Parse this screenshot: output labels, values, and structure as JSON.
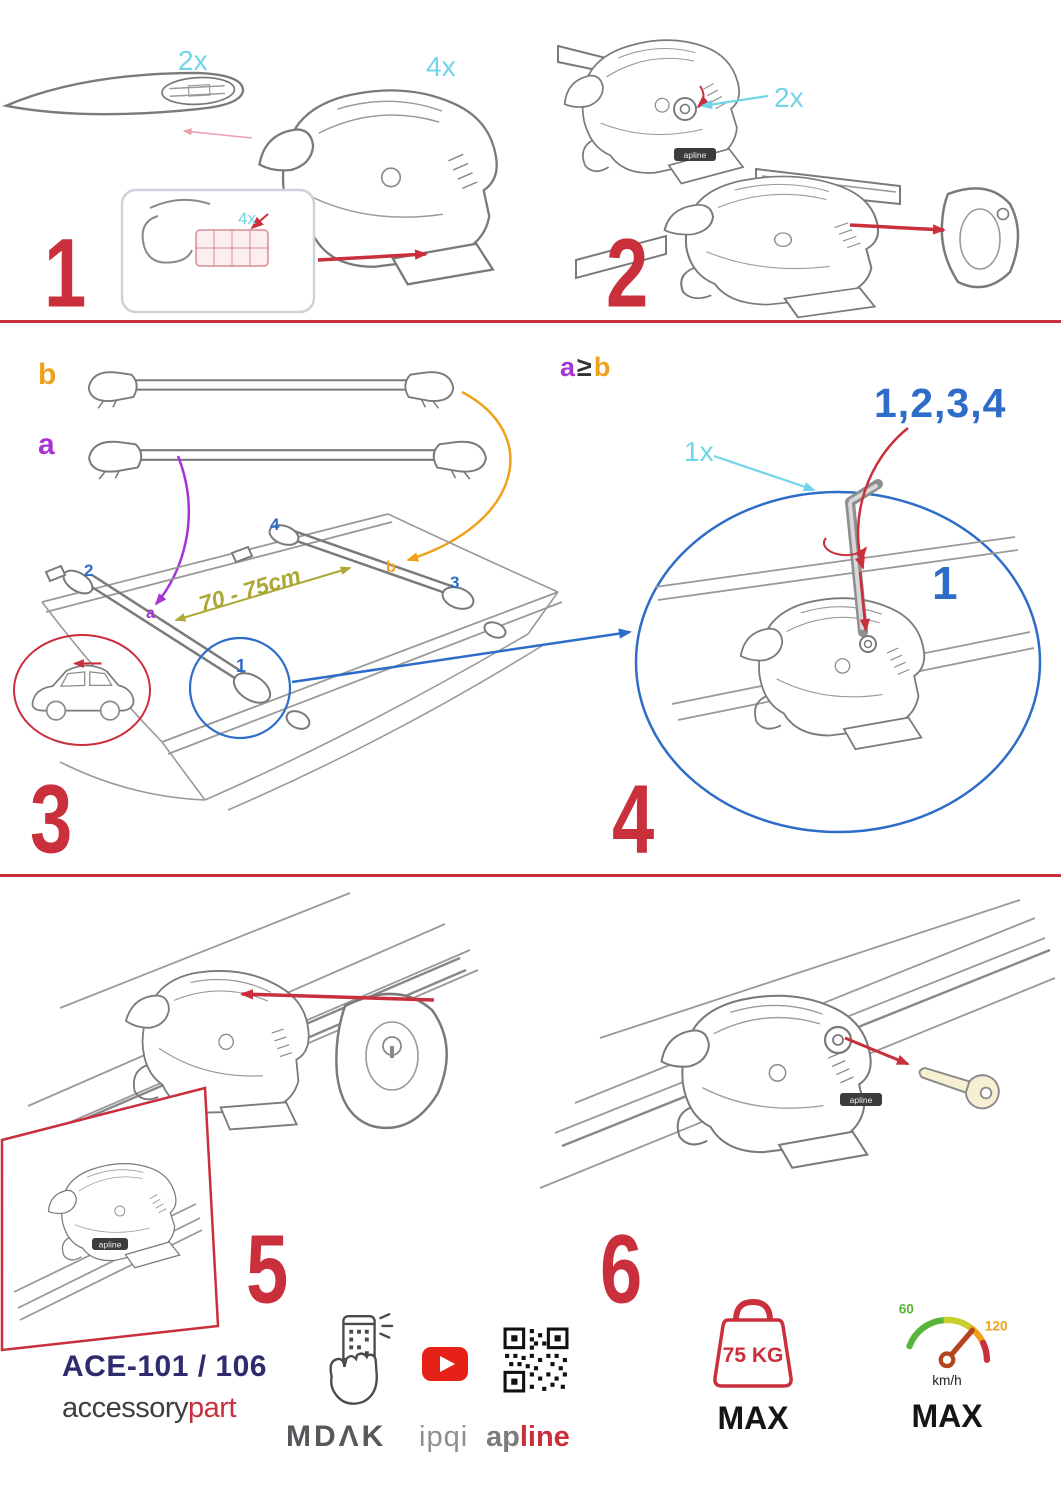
{
  "colors": {
    "red": "#c9303c",
    "cyan": "#72d4e8",
    "blue": "#2d6cc8",
    "purple": "#a733d4",
    "orange": "#f0a11c",
    "olive": "#ada838",
    "navy": "#2c2c6e"
  },
  "steps": {
    "s1": {
      "number": "1",
      "bar_qty": "2x",
      "foot_qty": "4x",
      "pad_qty": "4x"
    },
    "s2": {
      "number": "2",
      "lock_qty": "2x"
    },
    "s3": {
      "number": "3",
      "bar_b_label": "b",
      "bar_a_label": "a",
      "cond_a": "a",
      "cond_op": "≥",
      "cond_b": "b",
      "roof_pos_1": "1",
      "roof_pos_2": "2",
      "roof_pos_3": "3",
      "roof_pos_4": "4",
      "roof_front_label": "a",
      "roof_rear_label": "b",
      "span_text": "70 - 75cm"
    },
    "s4": {
      "number": "4",
      "sequence": "1,2,3,4",
      "tool_qty": "1x",
      "tighten_step": "1"
    },
    "s5": {
      "number": "5"
    },
    "s6": {
      "number": "6"
    }
  },
  "drawings": {
    "brand_label": "apline"
  },
  "footer": {
    "product_code": "ACE-101 / 106",
    "brand_first": "accessory",
    "brand_second": "part",
    "logo_mdak": "MDΛK",
    "logo_ipqi": "ipqi",
    "logo_ap": "ap",
    "logo_line": "line",
    "weight_value": "75 KG",
    "weight_max": "MAX",
    "speed_low": "60",
    "speed_high": "120",
    "speed_unit": "km/h",
    "speed_max": "MAX"
  }
}
